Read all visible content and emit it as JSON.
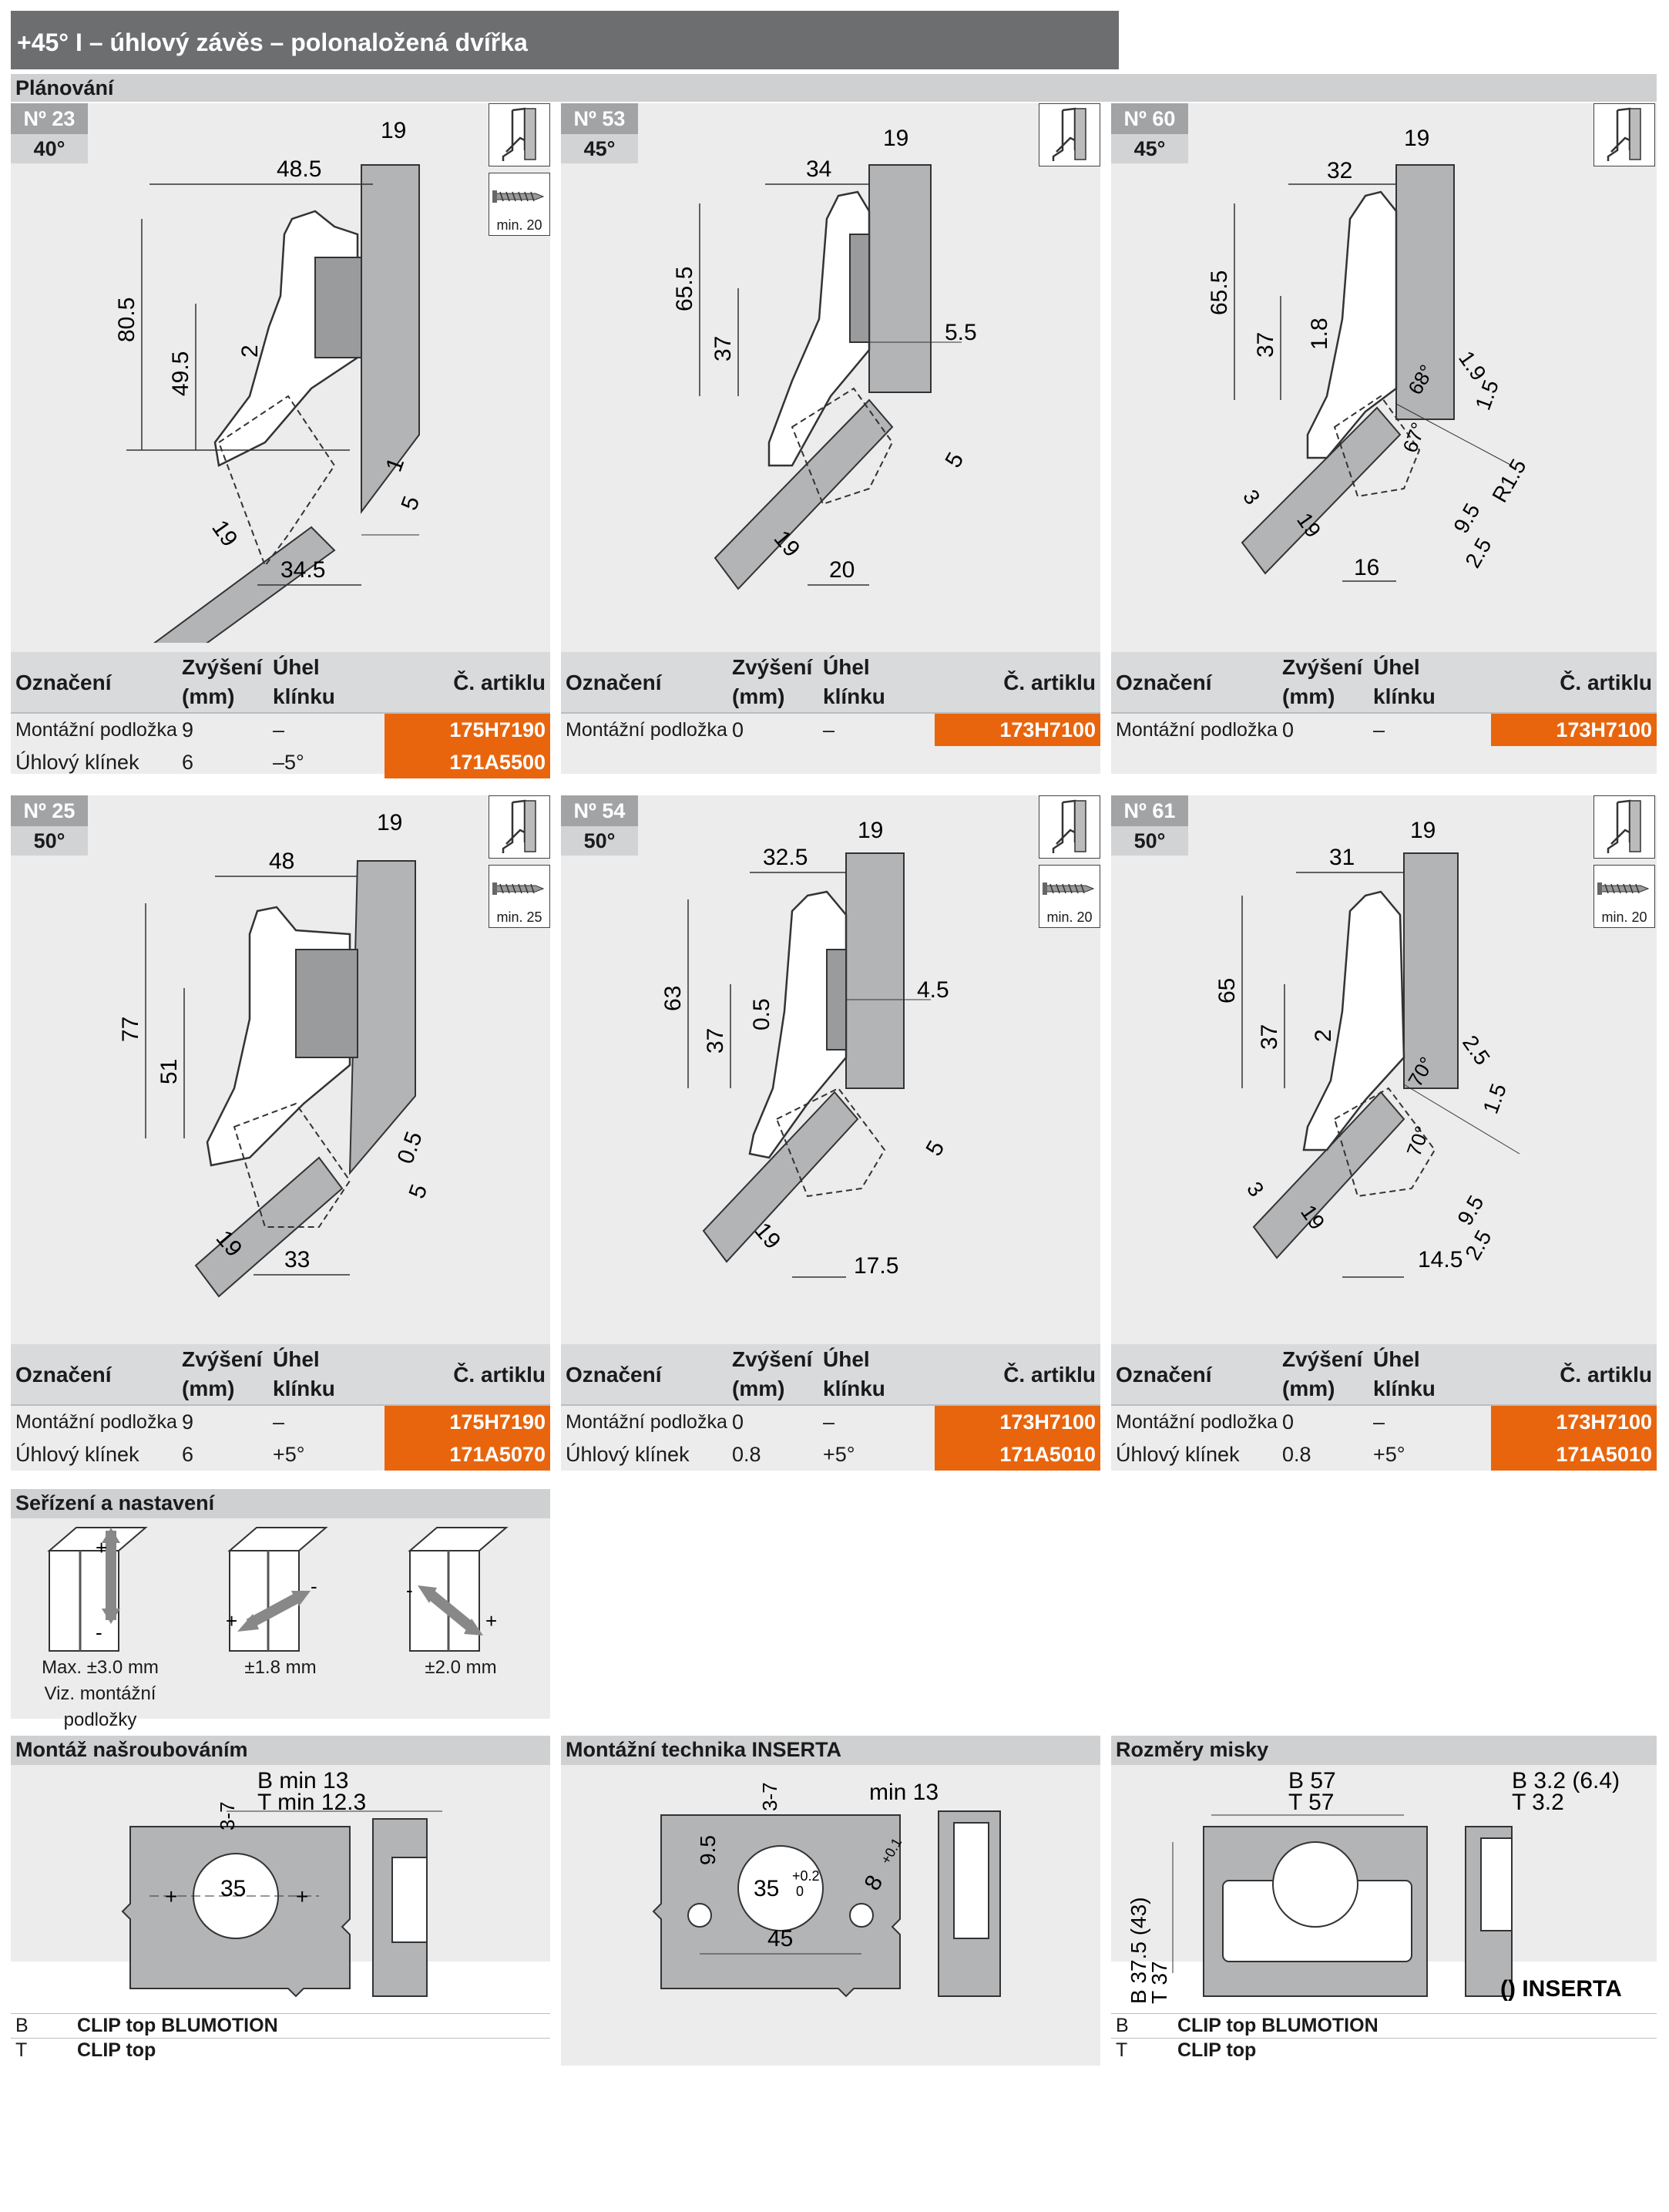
{
  "title": "+45° I – úhlový závěs – polonaložená dvířka",
  "planning_header": "Plánování",
  "table_headers": {
    "designation": "Označení",
    "raise_1": "Zvýšení",
    "raise_2": "(mm)",
    "wedge_1": "Úhel",
    "wedge_2": "klínku",
    "article": "Č. artiklu"
  },
  "panels": [
    {
      "no": "Nº 23",
      "angle": "40°",
      "screw": "min. 20",
      "dims": [
        "19",
        "48.5",
        "80.5",
        "49.5",
        "2",
        "1",
        "5",
        "19",
        "34.5"
      ],
      "rows": [
        {
          "name": "Montážní podložka",
          "raise": "9",
          "wedge": "–",
          "article": "175H7190"
        },
        {
          "name": "Úhlový klínek",
          "raise": "6",
          "wedge": "–5°",
          "article": "171A5500"
        }
      ]
    },
    {
      "no": "Nº 53",
      "angle": "45°",
      "dims": [
        "19",
        "34",
        "65.5",
        "37",
        "5.5",
        "5",
        "19",
        "20"
      ],
      "rows": [
        {
          "name": "Montážní podložka",
          "raise": "0",
          "wedge": "–",
          "article": "173H7100"
        }
      ]
    },
    {
      "no": "Nº 60",
      "angle": "45°",
      "dims": [
        "19",
        "32",
        "65.5",
        "37",
        "1.8",
        "1.9",
        "68°",
        "1.5",
        "67°",
        "R1.5",
        "3",
        "19",
        "9.5",
        "2.5",
        "16"
      ],
      "rows": [
        {
          "name": "Montážní podložka",
          "raise": "0",
          "wedge": "–",
          "article": "173H7100"
        }
      ]
    },
    {
      "no": "Nº 25",
      "angle": "50°",
      "screw": "min. 25",
      "dims": [
        "19",
        "48",
        "77",
        "51",
        "0.5",
        "5",
        "19",
        "33"
      ],
      "rows": [
        {
          "name": "Montážní podložka",
          "raise": "9",
          "wedge": "–",
          "article": "175H7190"
        },
        {
          "name": "Úhlový klínek",
          "raise": "6",
          "wedge": "+5°",
          "article": "171A5070"
        }
      ]
    },
    {
      "no": "Nº 54",
      "angle": "50°",
      "screw": "min. 20",
      "dims": [
        "19",
        "32.5",
        "63",
        "37",
        "0.5",
        "4.5",
        "5",
        "19",
        "17.5"
      ],
      "rows": [
        {
          "name": "Montážní podložka",
          "raise": "0",
          "wedge": "–",
          "article": "173H7100"
        },
        {
          "name": "Úhlový klínek",
          "raise": "0.8",
          "wedge": "+5°",
          "article": "171A5010"
        }
      ]
    },
    {
      "no": "Nº 61",
      "angle": "50°",
      "screw": "min. 20",
      "dims": [
        "19",
        "31",
        "65",
        "37",
        "2",
        "2.5",
        "70°",
        "1.5",
        "70°",
        "3",
        "19",
        "9.5",
        "2.5",
        "14.5"
      ],
      "rows": [
        {
          "name": "Montážní podložka",
          "raise": "0",
          "wedge": "–",
          "article": "173H7100"
        },
        {
          "name": "Úhlový klínek",
          "raise": "0.8",
          "wedge": "+5°",
          "article": "171A5010"
        }
      ]
    }
  ],
  "adjustment": {
    "header": "Seřízení a nastavení",
    "items": [
      {
        "caption": [
          "Max. ±3.0 mm",
          "Viz. montážní",
          "podložky"
        ],
        "plus": "+",
        "minus": "-"
      },
      {
        "caption": [
          "±1.8 mm"
        ],
        "plus": "+",
        "minus": "-"
      },
      {
        "caption": [
          "±2.0 mm"
        ],
        "plus": "+",
        "minus": "-"
      }
    ]
  },
  "screw_mount": {
    "header": "Montáž našroubováním",
    "dims": [
      "3-7",
      "B min 13",
      "T min 12.3",
      "35"
    ]
  },
  "inserta": {
    "header": "Montážní technika INSERTA",
    "dims": [
      "3-7",
      "min 13",
      "9.5",
      "35",
      "+0.2",
      "0",
      "8",
      "+0.1",
      "45"
    ]
  },
  "cup": {
    "header": "Rozměry misky",
    "dims": [
      "B 57",
      "T 57",
      "B 3.2 (6.4)",
      "T 3.2",
      "B 37.5 (43)",
      "T 37",
      "() INSERTA"
    ]
  },
  "legend": [
    {
      "key": "B",
      "value": "CLIP top BLUMOTION"
    },
    {
      "key": "T",
      "value": "CLIP top"
    }
  ]
}
